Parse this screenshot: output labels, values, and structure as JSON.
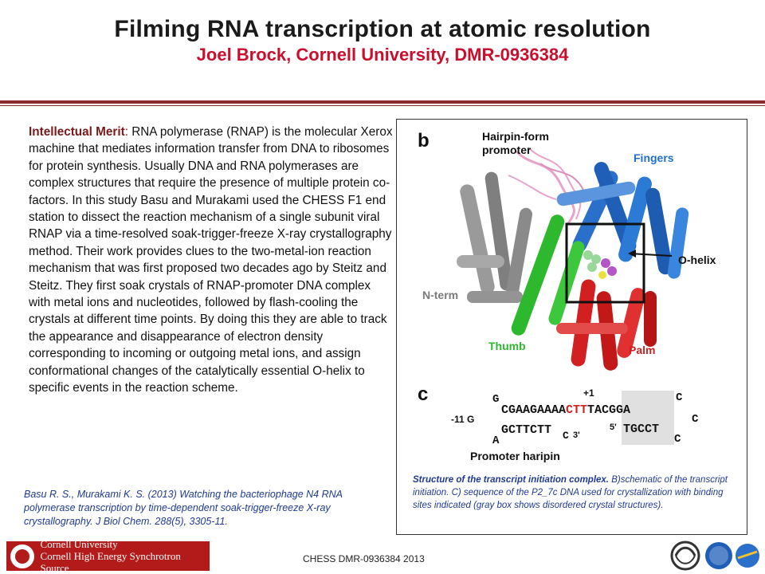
{
  "header": {
    "title": "Filming RNA transcription at atomic resolution",
    "subtitle": "Joel Brock, Cornell University, DMR-0936384"
  },
  "main": {
    "merit_label": "Intellectual Merit",
    "merit_colon": ":",
    "body": " RNA polymerase (RNAP) is the molecular Xerox machine that mediates information transfer from DNA to ribosomes for protein synthesis. Usually DNA and RNA polymerases are complex structures that require the presence of multiple protein co-factors.  In this study Basu and Murakami used the CHESS F1 end station to dissect the reaction mechanism of a single subunit viral RNAP via a time-resolved soak-trigger-freeze X-ray crystallography method. Their work provides clues to the two-metal-ion reaction mechanism that was first proposed two decades ago by Steitz and Steitz. They first soak crystals of RNAP-promoter DNA complex with metal ions and nucleotides, followed by flash-cooling the crystals at different time points. By doing this they are able to track the appearance and disappearance of electron density corresponding to incoming or outgoing metal ions, and assign conformational changes of the catalytically essential O-helix to specific events in the reaction scheme.",
    "citation": "Basu R. S., Murakami K. S. (2013) Watching the bacteriophage N4 RNA polymerase transcription by time-dependent  soak-trigger-freeze X-ray crystallography. J Biol Chem. 288(5), 3305-11."
  },
  "figure": {
    "panel_b": "b",
    "panel_c": "c",
    "labels": {
      "hairpin_line1": "Hairpin-form",
      "hairpin_line2": "promoter",
      "fingers": "Fingers",
      "ohelix": "O-helix",
      "nterm": "N-term",
      "thumb": "Thumb",
      "palm": "Palm"
    },
    "sequence": {
      "plus1": "+1",
      "g_top": "G",
      "top_black": "CGAAGAAAA",
      "top_red": "CTT",
      "top_black2": "TACGGA",
      "c_top": "C",
      "c_right": "C",
      "minus11": "-11 G",
      "bottom_left": "GCTTCTT",
      "c_bottom_small": "C",
      "three_prime": "3'",
      "five_prime": "5'",
      "bottom_right": "TGCCT",
      "c_bottom_right": "C",
      "a_label": "A",
      "promoter_label": "Promoter haripin"
    },
    "caption_lead": "Structure of the transcript initiation complex.",
    "caption_rest": " B)schematic of the transcript initiation. C) sequence of the P2_7c DNA used for crystallization with binding sites indicated (gray box shows disordered crystal structures).",
    "colors": {
      "fingers": "#1f6fd0",
      "thumb": "#2eb82e",
      "palm": "#d21f1f",
      "nterm": "#8a8a8a",
      "hairpin": "#e8a3c9"
    }
  },
  "footer": {
    "text": "CHESS DMR-0936384  2013",
    "logo_line1": "Cornell University",
    "logo_line2": "Cornell High Energy Synchrotron Source"
  }
}
